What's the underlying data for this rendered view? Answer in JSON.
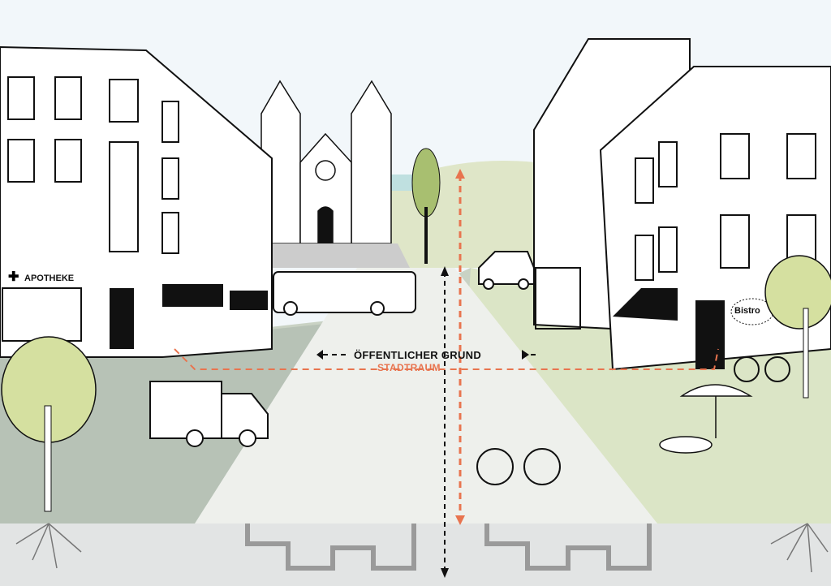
{
  "labels": {
    "public_ground": "ÖFFENTLICHER GRUND",
    "urban_space": "STADTRAUM",
    "pharmacy": "APOTHEKE",
    "bistro": "Bistro"
  },
  "colors": {
    "sky": "#f2f7fa",
    "road": "#eef0ec",
    "green_light": "#dfe6c8",
    "green_grey": "#b9c4b6",
    "tree": "#d5e0a0",
    "orange": "#e8744f",
    "underground": "#e2e4e4",
    "pipe": "#9a9a9a"
  }
}
